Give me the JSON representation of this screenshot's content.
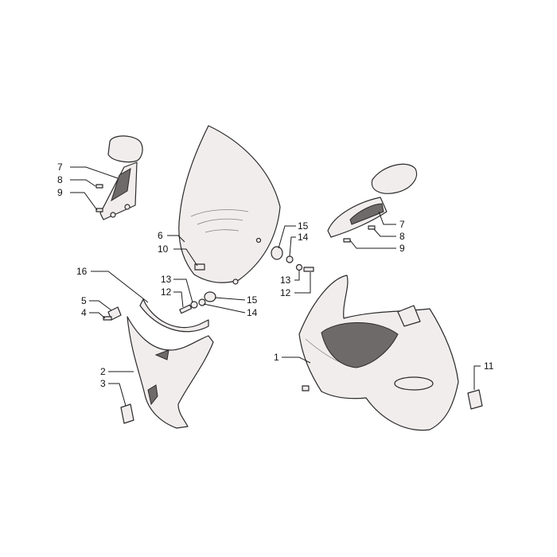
{
  "callouts": {
    "c1": "1",
    "c2": "2",
    "c3": "3",
    "c4": "4",
    "c5": "5",
    "c6": "6",
    "c7": "7",
    "c8": "8",
    "c9": "9",
    "c10": "10",
    "c11": "11",
    "c12": "12",
    "c13": "13",
    "c14": "14",
    "c15": "15",
    "c16": "16"
  },
  "colors": {
    "line": "#2a2a2a",
    "fill": "#f2eded",
    "dark": "#6e6a6a"
  }
}
